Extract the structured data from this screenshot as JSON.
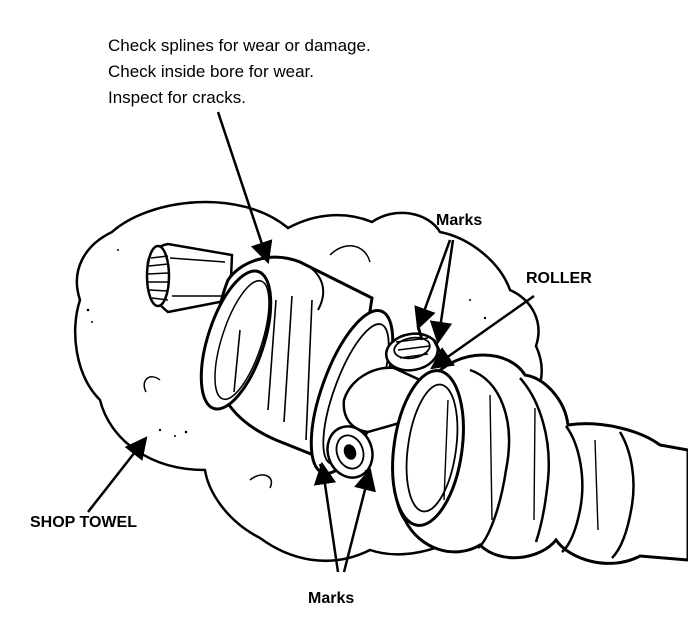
{
  "notes": [
    "Check splines for wear or damage.",
    "Check inside bore for wear.",
    "Inspect for cracks."
  ],
  "labels": {
    "marks_top": "Marks",
    "roller": "ROLLER",
    "shop_towel": "SHOP TOWEL",
    "marks_bottom": "Marks"
  },
  "colors": {
    "ink": "#000000",
    "paper": "#ffffff"
  }
}
